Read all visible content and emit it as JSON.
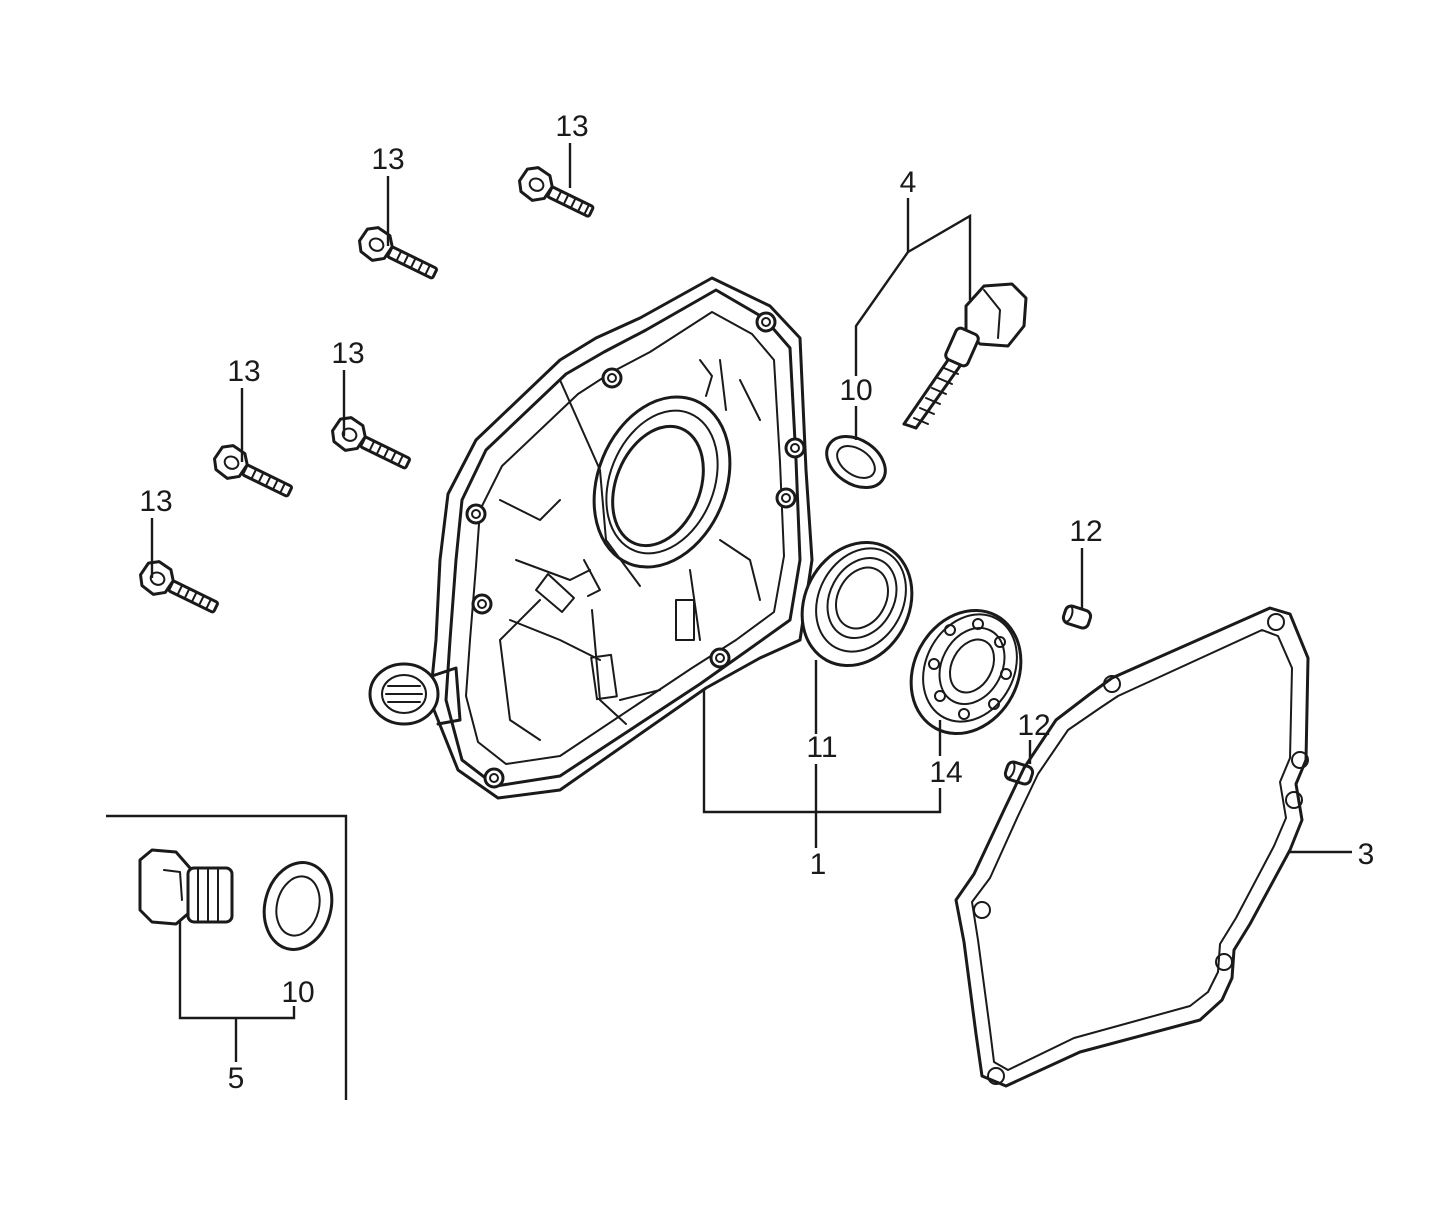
{
  "diagram": {
    "callouts": [
      {
        "id": "c13a",
        "label": "13"
      },
      {
        "id": "c13b",
        "label": "13"
      },
      {
        "id": "c13c",
        "label": "13"
      },
      {
        "id": "c13d",
        "label": "13"
      },
      {
        "id": "c13e",
        "label": "13"
      },
      {
        "id": "c4",
        "label": "4"
      },
      {
        "id": "c10a",
        "label": "10"
      },
      {
        "id": "c12a",
        "label": "12"
      },
      {
        "id": "c12b",
        "label": "12"
      },
      {
        "id": "c11",
        "label": "11"
      },
      {
        "id": "c14",
        "label": "14"
      },
      {
        "id": "c1",
        "label": "1"
      },
      {
        "id": "c3",
        "label": "3"
      },
      {
        "id": "c10b",
        "label": "10"
      },
      {
        "id": "c5",
        "label": "5"
      }
    ]
  }
}
